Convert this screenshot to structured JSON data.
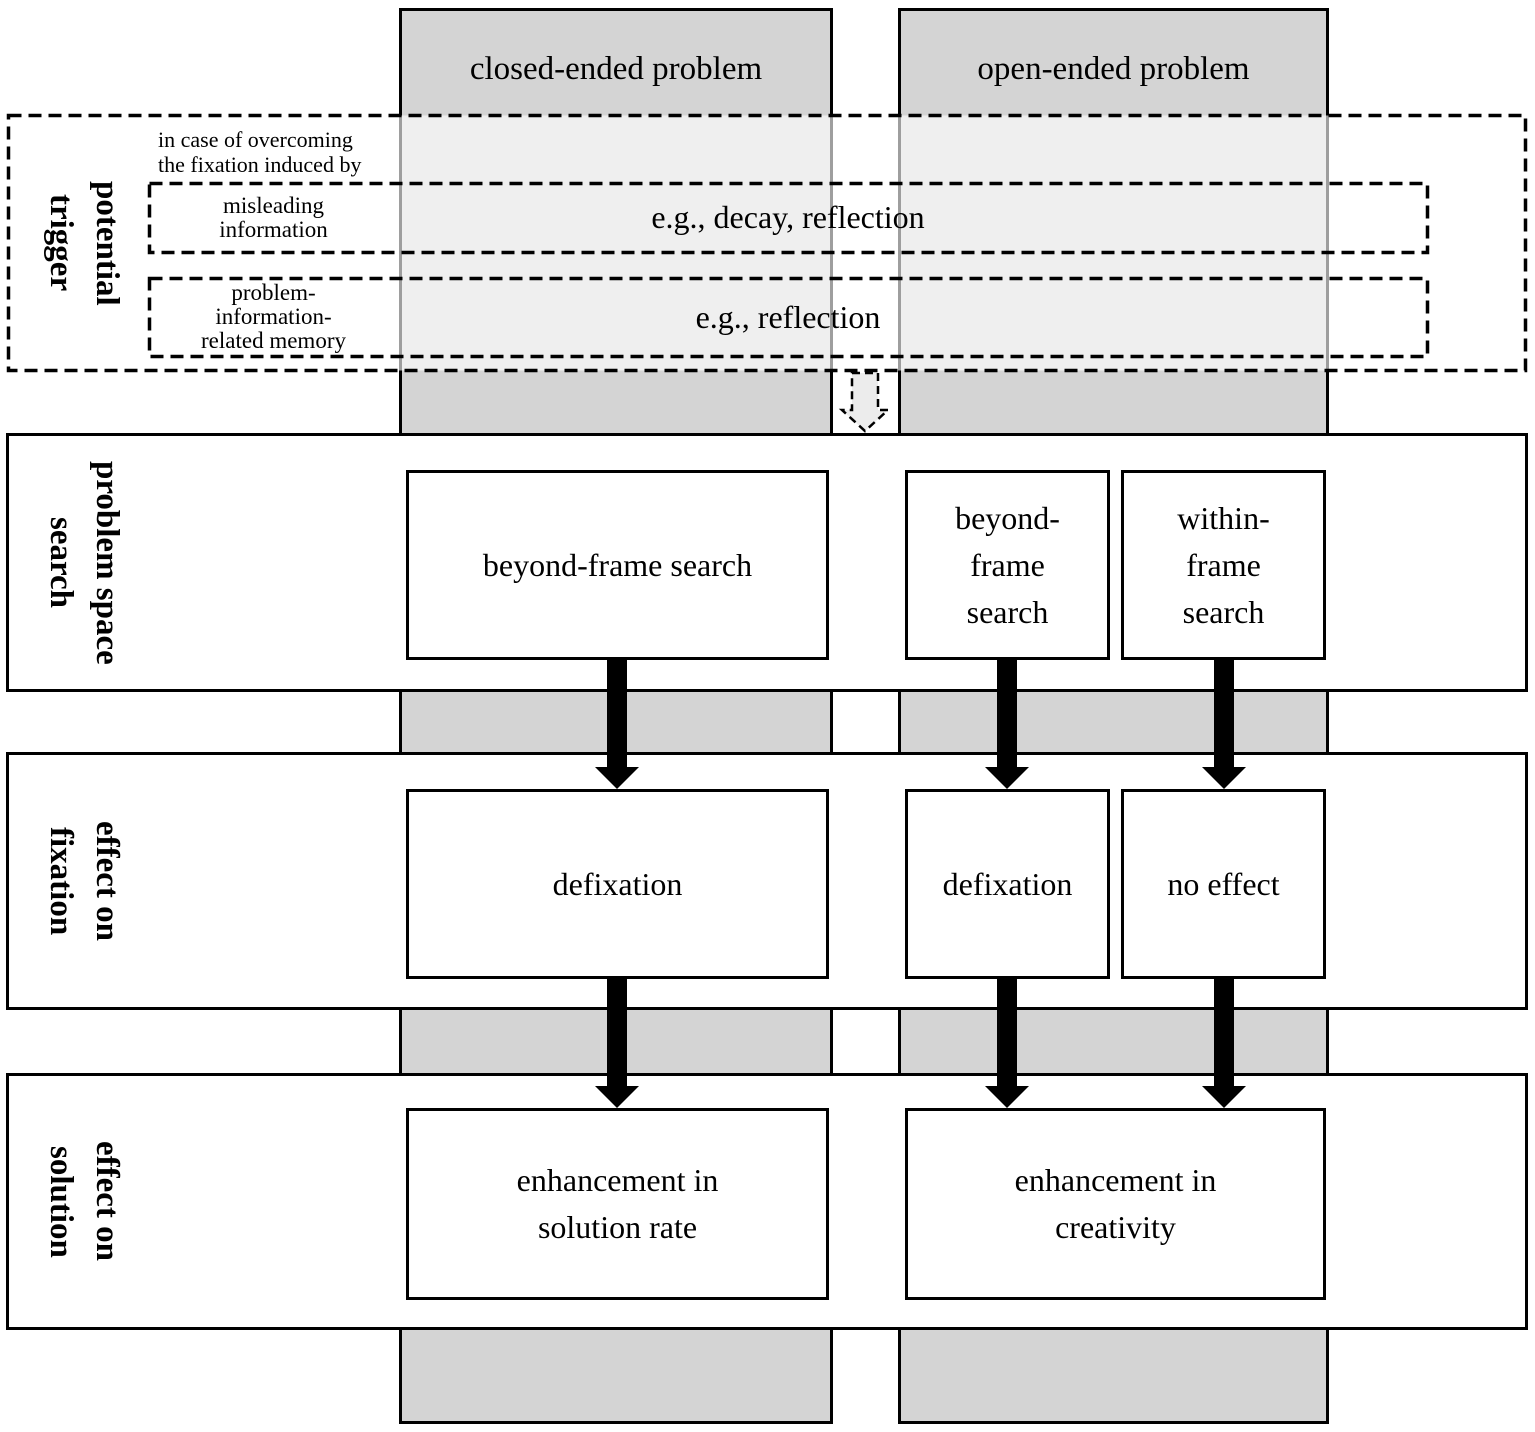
{
  "columns": {
    "closed": {
      "header": "closed-ended problem"
    },
    "open": {
      "header": "open-ended problem"
    }
  },
  "trigger": {
    "label": {
      "line1": "potential",
      "line2": "trigger"
    },
    "intro": {
      "line1": "in case of overcoming",
      "line2": "the fixation induced by"
    },
    "rows": {
      "misleading": {
        "label_line1": "misleading",
        "label_line2": "information",
        "value": "e.g., decay, reflection"
      },
      "memory": {
        "label_line1": "problem-",
        "label_line2": "information-",
        "label_line3": "related memory",
        "value": "e.g., reflection"
      }
    }
  },
  "bands": {
    "search": {
      "label": {
        "line1": "problem space",
        "line2": "search"
      },
      "closed_box": "beyond-frame search",
      "open_box1": {
        "line1": "beyond-",
        "line2": "frame",
        "line3": "search"
      },
      "open_box2": {
        "line1": "within-",
        "line2": "frame",
        "line3": "search"
      }
    },
    "fixation": {
      "label": {
        "line1": "effect on",
        "line2": "fixation"
      },
      "closed_box": "defixation",
      "open_box1": "defixation",
      "open_box2": "no effect"
    },
    "solution": {
      "label": {
        "line1": "effect on",
        "line2": "solution"
      },
      "closed_box": {
        "line1": "enhancement in",
        "line2": "solution rate"
      },
      "open_box": {
        "line1": "enhancement in",
        "line2": "creativity"
      }
    }
  },
  "colors": {
    "column_gray": "#d4d4d4",
    "line_black": "#000000",
    "box_white": "#ffffff",
    "trigger_overlay": "rgba(255,255,255,0.62)",
    "dashed_arrow_fill": "#ececec"
  }
}
